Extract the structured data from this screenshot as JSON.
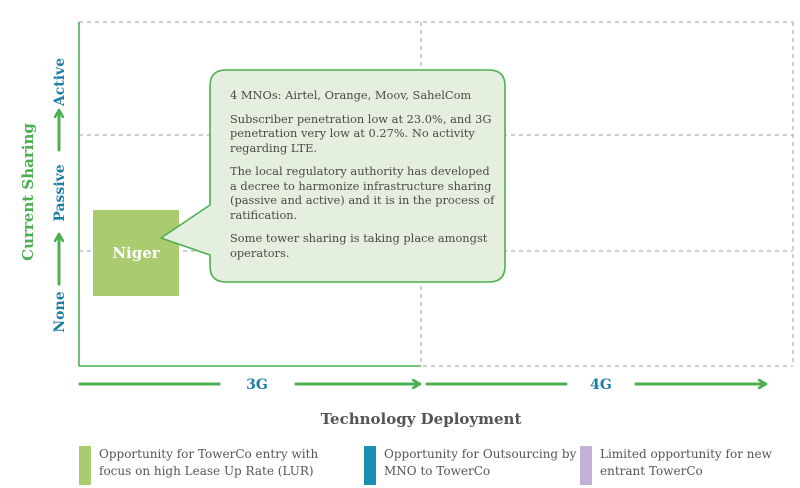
{
  "colors": {
    "green_dark": "#4caf50",
    "green_box": "#aacb6f",
    "callout_fill": "#e4efdf",
    "blue_text": "#1b7fa3",
    "blue_swatch": "#1a8fb0",
    "purple_swatch": "#c3b1d6",
    "grid": "#a0a0a0"
  },
  "y_axis": {
    "title": "Current Sharing",
    "levels": [
      "None",
      "Passive",
      "Active"
    ]
  },
  "x_axis": {
    "title": "Technology Deployment",
    "segments": [
      "3G",
      "4G"
    ]
  },
  "country_box": {
    "label": "Niger"
  },
  "callout": {
    "paragraphs": [
      "4 MNOs: Airtel, Orange, Moov, SahelCom",
      "Subscriber penetration low at 23.0%, and 3G penetration very low at 0.27%. No activity regarding LTE.",
      "The local regulatory authority has developed a decree to harmonize infrastructure sharing (passive and active) and it is in the process of ratification.",
      "Some tower sharing is taking place amongst operators."
    ]
  },
  "legend": [
    {
      "text": "Opportunity for TowerCo entry with focus on high Lease Up Rate (LUR)",
      "color": "#aacb6f"
    },
    {
      "text": "Opportunity for Outsourcing by MNO to TowerCo",
      "color": "#1a8fb0"
    },
    {
      "text": "Limited opportunity for new entrant TowerCo",
      "color": "#c3b1d6"
    }
  ]
}
